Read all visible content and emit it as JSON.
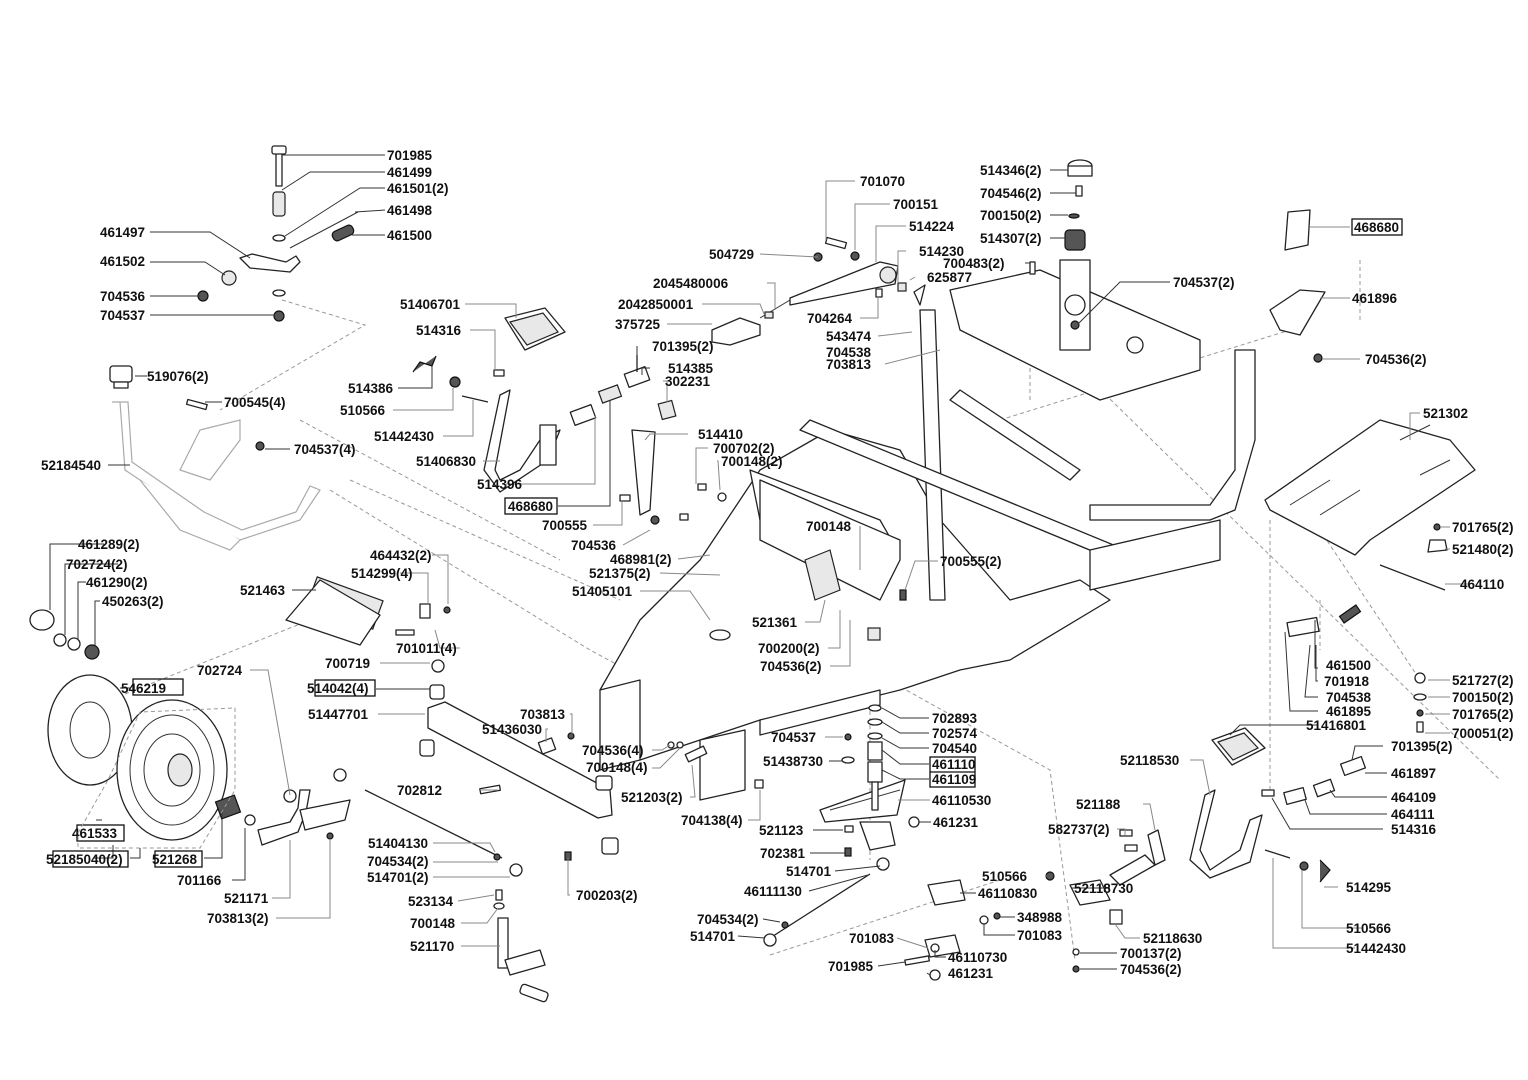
{
  "diagram": {
    "type": "exploded-parts-diagram",
    "subject": "Riding mower front frame, steering and pedal assembly",
    "callouts": [
      {
        "id": "c1",
        "text": "701985",
        "boxed": false
      },
      {
        "id": "c2",
        "text": "461499",
        "boxed": false
      },
      {
        "id": "c3",
        "text": "461501(2)",
        "boxed": false
      },
      {
        "id": "c4",
        "text": "461498",
        "boxed": false
      },
      {
        "id": "c5",
        "text": "461497",
        "boxed": false
      },
      {
        "id": "c6",
        "text": "461500",
        "boxed": false
      },
      {
        "id": "c7",
        "text": "461502",
        "boxed": false
      },
      {
        "id": "c8",
        "text": "704536",
        "boxed": false
      },
      {
        "id": "c9",
        "text": "704537",
        "boxed": false
      },
      {
        "id": "c10",
        "text": "519076(2)",
        "boxed": false
      },
      {
        "id": "c11",
        "text": "700545(4)",
        "boxed": false
      },
      {
        "id": "c12",
        "text": "704537(4)",
        "boxed": false
      },
      {
        "id": "c13",
        "text": "52184540",
        "boxed": false
      },
      {
        "id": "c14",
        "text": "51406701",
        "boxed": false
      },
      {
        "id": "c15",
        "text": "514316",
        "boxed": false
      },
      {
        "id": "c16",
        "text": "514386",
        "boxed": false
      },
      {
        "id": "c17",
        "text": "510566",
        "boxed": false
      },
      {
        "id": "c18",
        "text": "51442430",
        "boxed": false
      },
      {
        "id": "c19",
        "text": "51406830",
        "boxed": false
      },
      {
        "id": "c20",
        "text": "514396",
        "boxed": false
      },
      {
        "id": "c21",
        "text": "468680",
        "boxed": true
      },
      {
        "id": "c22",
        "text": "700555",
        "boxed": false
      },
      {
        "id": "c23",
        "text": "704536",
        "boxed": false
      },
      {
        "id": "c24",
        "text": "701070",
        "boxed": false
      },
      {
        "id": "c25",
        "text": "700151",
        "boxed": false
      },
      {
        "id": "c26",
        "text": "514224",
        "boxed": false
      },
      {
        "id": "c27",
        "text": "504729",
        "boxed": false
      },
      {
        "id": "c28",
        "text": "514230",
        "boxed": false
      },
      {
        "id": "c29",
        "text": "625877",
        "boxed": false
      },
      {
        "id": "c30",
        "text": "2045480006",
        "boxed": false
      },
      {
        "id": "c31",
        "text": "2042850001",
        "boxed": false
      },
      {
        "id": "c32",
        "text": "375725",
        "boxed": false
      },
      {
        "id": "c33",
        "text": "704264",
        "boxed": false
      },
      {
        "id": "c34",
        "text": "543474",
        "boxed": false
      },
      {
        "id": "c35",
        "text": "704538",
        "boxed": false
      },
      {
        "id": "c36",
        "text": "703813",
        "boxed": false
      },
      {
        "id": "c37",
        "text": "701395(2)",
        "boxed": false
      },
      {
        "id": "c38",
        "text": "514385",
        "boxed": false
      },
      {
        "id": "c39",
        "text": "302231",
        "boxed": false
      },
      {
        "id": "c40",
        "text": "514346(2)",
        "boxed": false
      },
      {
        "id": "c41",
        "text": "704546(2)",
        "boxed": false
      },
      {
        "id": "c42",
        "text": "700150(2)",
        "boxed": false
      },
      {
        "id": "c43",
        "text": "514307(2)",
        "boxed": false
      },
      {
        "id": "c44",
        "text": "700483(2)",
        "boxed": false
      },
      {
        "id": "c45",
        "text": "704537(2)",
        "boxed": false
      },
      {
        "id": "c46",
        "text": "468680",
        "boxed": true
      },
      {
        "id": "c47",
        "text": "461896",
        "boxed": false
      },
      {
        "id": "c48",
        "text": "704536(2)",
        "boxed": false
      },
      {
        "id": "c49",
        "text": "521302",
        "boxed": false
      },
      {
        "id": "c50",
        "text": "701765(2)",
        "boxed": false
      },
      {
        "id": "c51",
        "text": "521480(2)",
        "boxed": false
      },
      {
        "id": "c52",
        "text": "464110",
        "boxed": false
      },
      {
        "id": "c53",
        "text": "514410",
        "boxed": false
      },
      {
        "id": "c54",
        "text": "700702(2)",
        "boxed": false
      },
      {
        "id": "c55",
        "text": "700148(2)",
        "boxed": false
      },
      {
        "id": "c56",
        "text": "700148",
        "boxed": false
      },
      {
        "id": "c57",
        "text": "700555(2)",
        "boxed": false
      },
      {
        "id": "c58",
        "text": "468981(2)",
        "boxed": false
      },
      {
        "id": "c59",
        "text": "521375(2)",
        "boxed": false
      },
      {
        "id": "c60",
        "text": "51405101",
        "boxed": false
      },
      {
        "id": "c61",
        "text": "521361",
        "boxed": false
      },
      {
        "id": "c62",
        "text": "700200(2)",
        "boxed": false
      },
      {
        "id": "c63",
        "text": "704536(2)",
        "boxed": false
      },
      {
        "id": "c64",
        "text": "461289(2)",
        "boxed": false
      },
      {
        "id": "c65",
        "text": "702724(2)",
        "boxed": false
      },
      {
        "id": "c66",
        "text": "461290(2)",
        "boxed": false
      },
      {
        "id": "c67",
        "text": "450263(2)",
        "boxed": false
      },
      {
        "id": "c68",
        "text": "464432(2)",
        "boxed": false
      },
      {
        "id": "c69",
        "text": "514299(4)",
        "boxed": false
      },
      {
        "id": "c70",
        "text": "521463",
        "boxed": false
      },
      {
        "id": "c71",
        "text": "701011(4)",
        "boxed": false
      },
      {
        "id": "c72",
        "text": "700719",
        "boxed": false
      },
      {
        "id": "c73",
        "text": "702724",
        "boxed": false
      },
      {
        "id": "c74",
        "text": "546219",
        "boxed": true
      },
      {
        "id": "c75",
        "text": "514042(4)",
        "boxed": true
      },
      {
        "id": "c76",
        "text": "51447701",
        "boxed": false
      },
      {
        "id": "c77",
        "text": "703813",
        "boxed": false
      },
      {
        "id": "c78",
        "text": "51436030",
        "boxed": false
      },
      {
        "id": "c79",
        "text": "704536(4)",
        "boxed": false
      },
      {
        "id": "c80",
        "text": "700148(4)",
        "boxed": false
      },
      {
        "id": "c81",
        "text": "702812",
        "boxed": false
      },
      {
        "id": "c82",
        "text": "521203(2)",
        "boxed": false
      },
      {
        "id": "c83",
        "text": "704138(4)",
        "boxed": false
      },
      {
        "id": "c84",
        "text": "461533",
        "boxed": true
      },
      {
        "id": "c85",
        "text": "52185040(2)",
        "boxed": true
      },
      {
        "id": "c86",
        "text": "521268",
        "boxed": true
      },
      {
        "id": "c87",
        "text": "701166",
        "boxed": false
      },
      {
        "id": "c88",
        "text": "521171",
        "boxed": false
      },
      {
        "id": "c89",
        "text": "703813(2)",
        "boxed": false
      },
      {
        "id": "c90",
        "text": "51404130",
        "boxed": false
      },
      {
        "id": "c91",
        "text": "704534(2)",
        "boxed": false
      },
      {
        "id": "c92",
        "text": "514701(2)",
        "boxed": false
      },
      {
        "id": "c93",
        "text": "523134",
        "boxed": false
      },
      {
        "id": "c94",
        "text": "700148",
        "boxed": false
      },
      {
        "id": "c95",
        "text": "521170",
        "boxed": false
      },
      {
        "id": "c96",
        "text": "700203(2)",
        "boxed": false
      },
      {
        "id": "c97",
        "text": "704537",
        "boxed": false
      },
      {
        "id": "c98",
        "text": "51438730",
        "boxed": false
      },
      {
        "id": "c99",
        "text": "702893",
        "boxed": false
      },
      {
        "id": "c100",
        "text": "702574",
        "boxed": false
      },
      {
        "id": "c101",
        "text": "704540",
        "boxed": false
      },
      {
        "id": "c102",
        "text": "461110",
        "boxed": true
      },
      {
        "id": "c103",
        "text": "461109",
        "boxed": true
      },
      {
        "id": "c104",
        "text": "46110530",
        "boxed": false
      },
      {
        "id": "c105",
        "text": "521123",
        "boxed": false
      },
      {
        "id": "c106",
        "text": "461231",
        "boxed": false
      },
      {
        "id": "c107",
        "text": "702381",
        "boxed": false
      },
      {
        "id": "c108",
        "text": "514701",
        "boxed": false
      },
      {
        "id": "c109",
        "text": "46111130",
        "boxed": false
      },
      {
        "id": "c110",
        "text": "704534(2)",
        "boxed": false
      },
      {
        "id": "c111",
        "text": "514701",
        "boxed": false
      },
      {
        "id": "c112",
        "text": "701083",
        "boxed": false
      },
      {
        "id": "c113",
        "text": "701985",
        "boxed": false
      },
      {
        "id": "c114",
        "text": "461231",
        "boxed": false
      },
      {
        "id": "c115",
        "text": "510566",
        "boxed": false
      },
      {
        "id": "c116",
        "text": "46110830",
        "boxed": false
      },
      {
        "id": "c117",
        "text": "348988",
        "boxed": false
      },
      {
        "id": "c118",
        "text": "701083",
        "boxed": false
      },
      {
        "id": "c119",
        "text": "46110730",
        "boxed": false
      },
      {
        "id": "c120",
        "text": "52118730",
        "boxed": false
      },
      {
        "id": "c121",
        "text": "52118630",
        "boxed": false
      },
      {
        "id": "c122",
        "text": "700137(2)",
        "boxed": false
      },
      {
        "id": "c123",
        "text": "704536(2)",
        "boxed": false
      },
      {
        "id": "c124",
        "text": "52118530",
        "boxed": false
      },
      {
        "id": "c125",
        "text": "521188",
        "boxed": false
      },
      {
        "id": "c126",
        "text": "582737(2)",
        "boxed": false
      },
      {
        "id": "c127",
        "text": "514295",
        "boxed": false
      },
      {
        "id": "c128",
        "text": "510566",
        "boxed": false
      },
      {
        "id": "c129",
        "text": "51442430",
        "boxed": false
      },
      {
        "id": "c130",
        "text": "461500",
        "boxed": false
      },
      {
        "id": "c131",
        "text": "701918",
        "boxed": false
      },
      {
        "id": "c132",
        "text": "704538",
        "boxed": false
      },
      {
        "id": "c133",
        "text": "461895",
        "boxed": false
      },
      {
        "id": "c134",
        "text": "51416801",
        "boxed": false
      },
      {
        "id": "c135",
        "text": "701395(2)",
        "boxed": false
      },
      {
        "id": "c136",
        "text": "461897",
        "boxed": false
      },
      {
        "id": "c137",
        "text": "464109",
        "boxed": false
      },
      {
        "id": "c138",
        "text": "464111",
        "boxed": false
      },
      {
        "id": "c139",
        "text": "514316",
        "boxed": false
      },
      {
        "id": "c140",
        "text": "521727(2)",
        "boxed": false
      },
      {
        "id": "c141",
        "text": "700150(2)",
        "boxed": false
      },
      {
        "id": "c142",
        "text": "701765(2)",
        "boxed": false
      },
      {
        "id": "c143",
        "text": "700051(2)",
        "boxed": false
      }
    ]
  }
}
